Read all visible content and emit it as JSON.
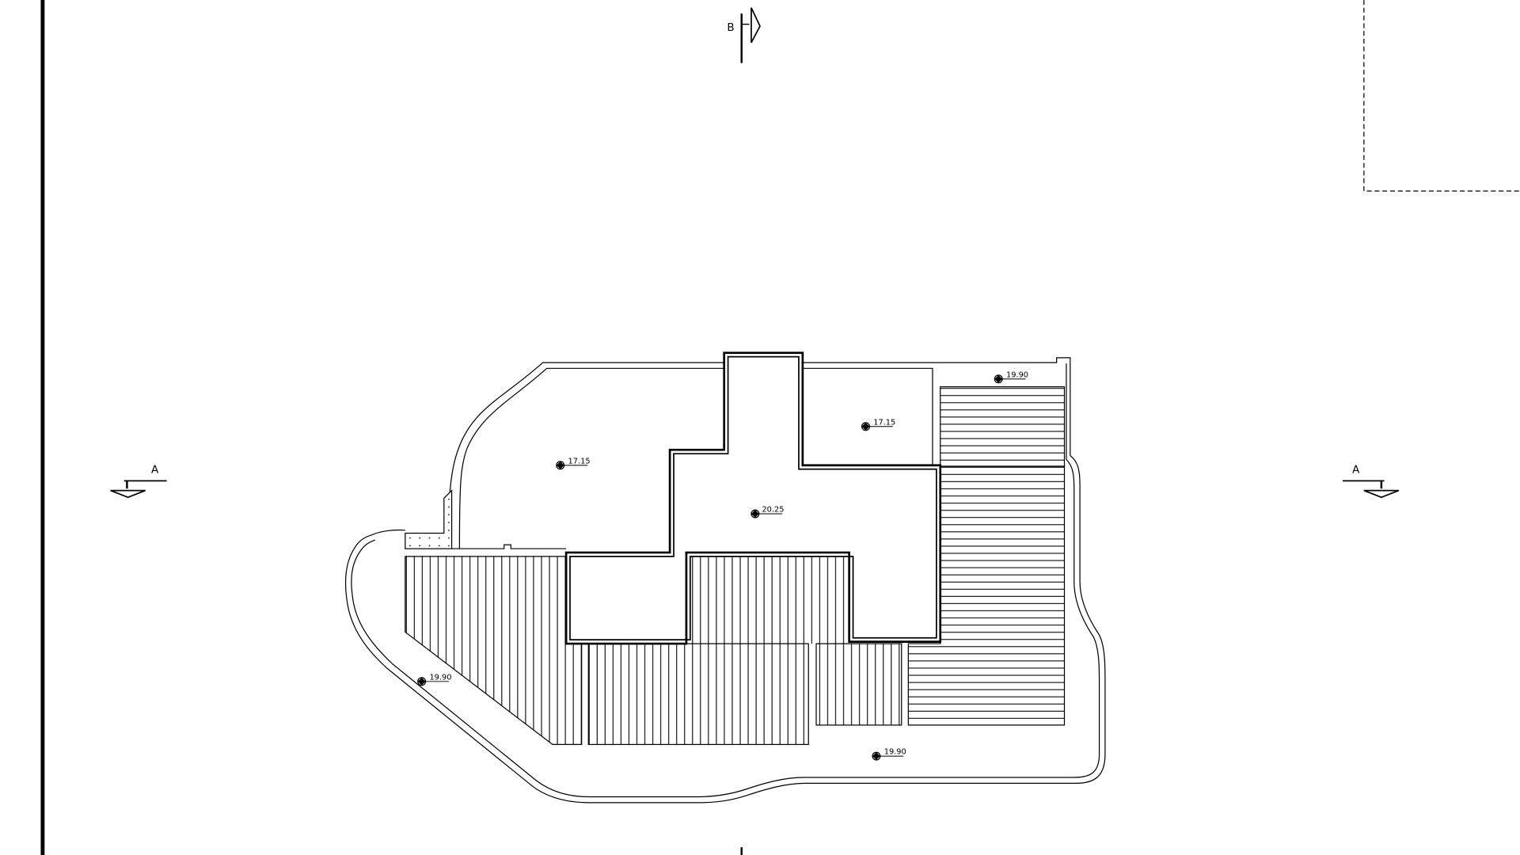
{
  "drawing": {
    "section_labels": {
      "section_b_top": "B",
      "section_a_left": "A",
      "section_a_right": "A"
    },
    "elevations": {
      "roof_main": "20.25",
      "terrace_left": "17.15",
      "terrace_right": "17.15",
      "upper_right": "19.90",
      "lower_left": "19.90",
      "lower_center": "19.90"
    }
  }
}
